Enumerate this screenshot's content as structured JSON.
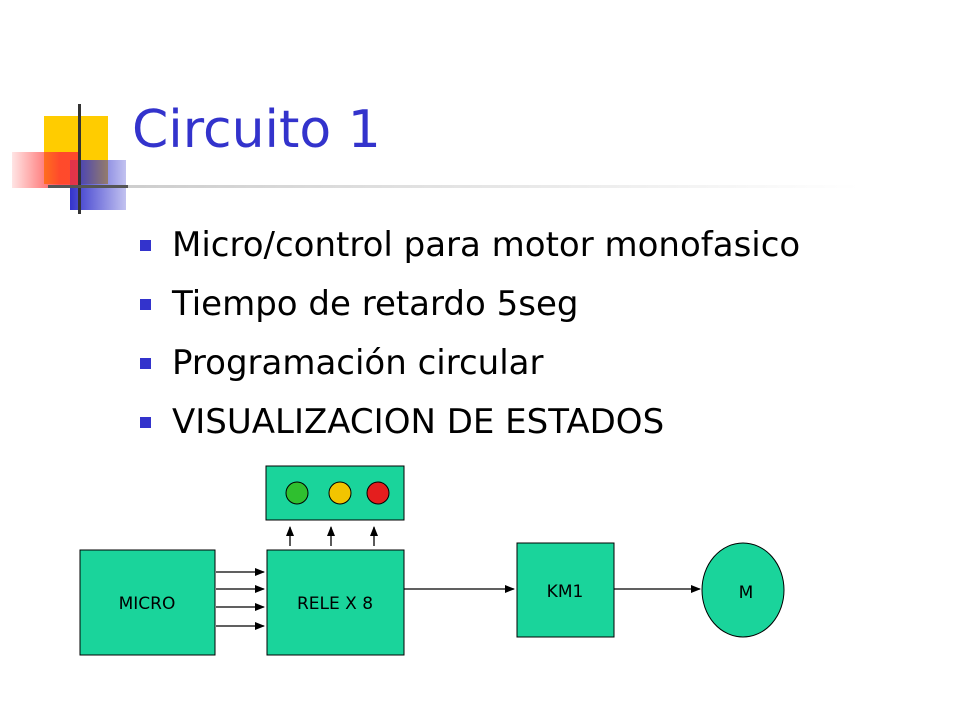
{
  "slide": {
    "title": "Circuito 1",
    "bullets": [
      "Micro/control para motor monofasico",
      "Tiempo de retardo 5seg",
      "Programación circular",
      "VISUALIZACION DE ESTADOS"
    ]
  },
  "diagram": {
    "micro_label": "MICRO",
    "rele_label": "RELE X 8",
    "km1_label": "KM1",
    "motor_label": "M",
    "box_fill": "#1ad49b",
    "indicator_colors": [
      "#2fbf2f",
      "#f2c400",
      "#e41e1e"
    ]
  },
  "colors": {
    "title": "#3333cc",
    "bullet": "#3333cc",
    "accent_yellow": "#ffcc00",
    "accent_red": "#ff3333"
  }
}
